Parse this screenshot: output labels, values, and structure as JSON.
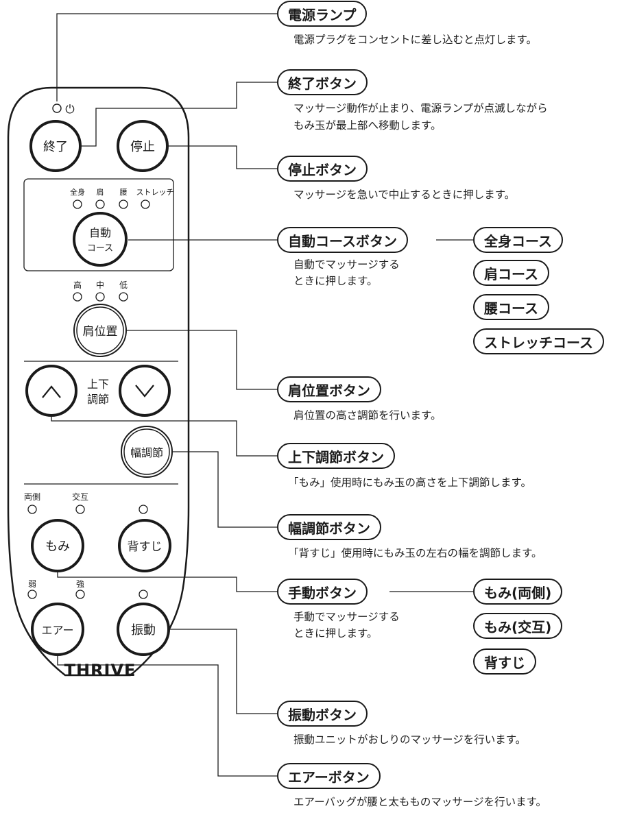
{
  "remote": {
    "power_symbol": "⏻",
    "brand": "THRIVE",
    "buttons": {
      "end": "終了",
      "stop": "停止",
      "auto_line1": "自動",
      "auto_line2": "コース",
      "shoulder_pos": "肩位置",
      "updown_label_line1": "上下",
      "updown_label_line2": "調節",
      "width": "幅調節",
      "momi": "もみ",
      "sesuji": "背すじ",
      "air": "エアー",
      "vibration": "振動"
    },
    "course_indicators": [
      "全身",
      "肩",
      "腰",
      "ストレッチ"
    ],
    "height_indicators": [
      "高",
      "中",
      "低"
    ],
    "momi_indicators": [
      "両側",
      "交互"
    ],
    "air_indicators": [
      "弱",
      "強"
    ]
  },
  "callouts": {
    "power_lamp": {
      "title": "電源ランプ",
      "desc": "電源プラグをコンセントに差し込むと点灯します。"
    },
    "end_button": {
      "title": "終了ボタン",
      "desc1": "マッサージ動作が止まり、電源ランプが点滅しながら",
      "desc2": "もみ玉が最上部へ移動します。"
    },
    "stop_button": {
      "title": "停止ボタン",
      "desc": "マッサージを急いで中止するときに押します。"
    },
    "auto_button": {
      "title": "自動コースボタン",
      "desc1": "自動でマッサージする",
      "desc2": "ときに押します。",
      "sub": [
        "全身コース",
        "肩コース",
        "腰コース",
        "ストレッチコース"
      ]
    },
    "shoulder_button": {
      "title": "肩位置ボタン",
      "desc": "肩位置の高さ調節を行います。"
    },
    "updown_button": {
      "title": "上下調節ボタン",
      "desc": "「もみ」使用時にもみ玉の高さを上下調節します。"
    },
    "width_button": {
      "title": "幅調節ボタン",
      "desc": "「背すじ」使用時にもみ玉の左右の幅を調節します。"
    },
    "manual_button": {
      "title": "手動ボタン",
      "desc1": "手動でマッサージする",
      "desc2": "ときに押します。",
      "sub": [
        "もみ(両側)",
        "もみ(交互)",
        "背すじ"
      ]
    },
    "vibration_button": {
      "title": "振動ボタン",
      "desc": "振動ユニットがおしりのマッサージを行います。"
    },
    "air_button": {
      "title": "エアーボタン",
      "desc": "エアーバッグが腰と太もものマッサージを行います。"
    }
  }
}
